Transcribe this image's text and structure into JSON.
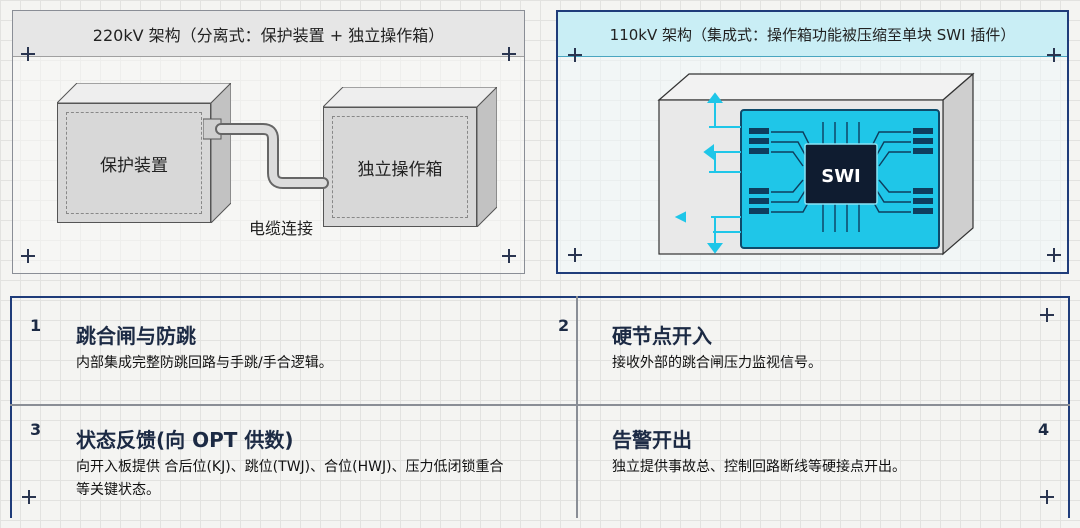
{
  "left_panel": {
    "header": "220kV 架构（分离式：保护装置 + 独立操作箱）",
    "box_protection": "保护装置",
    "box_operation": "独立操作箱",
    "cable_label": "电缆连接"
  },
  "right_panel": {
    "header": "110kV 架构（集成式：操作箱功能被压缩至单块 SWI 插件）",
    "chip_label": "SWI"
  },
  "features": [
    {
      "num": "1",
      "title": "跳合闸与防跳",
      "desc": "内部集成完整防跳回路与手跳/手合逻辑。"
    },
    {
      "num": "2",
      "title": "硬节点开入",
      "desc": "接收外部的跳合闸压力监视信号。"
    },
    {
      "num": "3",
      "title": "状态反馈(向 OPT 供数)",
      "desc_line1": "向开入板提供 合后位(KJ)、跳位(TWJ)、合位(HWJ)、压力低闭锁重合",
      "desc_line2": "等关键状态。"
    },
    {
      "num": "4",
      "title": "告警开出",
      "desc": "独立提供事故总、控制回路断线等硬接点开出。"
    }
  ],
  "colors": {
    "navy": "#1f3c7a",
    "pcb": "#1fc6e8",
    "chip": "#0f1c30"
  }
}
